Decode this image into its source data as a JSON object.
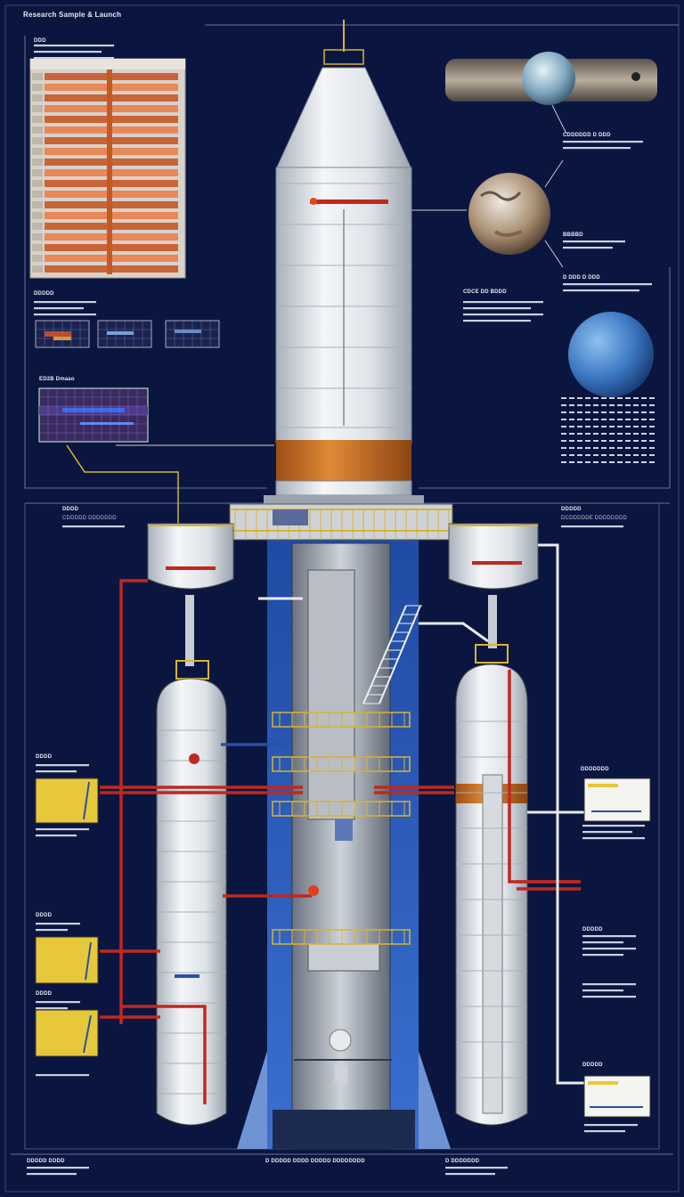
{
  "header": {
    "title": "Research Sample & Launch"
  },
  "labels": {
    "top_left_small": "DDD",
    "panel_a_head": "DDDDD",
    "panel_b_head": "ED2B Dmaao",
    "planet_1": "CDDDDDD D DDD",
    "planet_2": "BBBBD",
    "planet_3": "D DDD D DDD",
    "center_note": "CDCE DD BDDD",
    "left_section": "DDDD",
    "left_section_sub": "CDDDDD DDDDDDD",
    "right_section": "DDDDD",
    "right_section_sub": "DCDDDDDE DDDDDDDD",
    "left_inset_1": "DDDD",
    "left_inset_2": "DDDD",
    "left_inset_3": "DDDD",
    "right_inset_1": "DDDDDDD",
    "right_inset_2": "DDDDD",
    "right_inset_3": "DDDDD",
    "footer_left": "DDDDD DDDD",
    "footer_center": "D DDDDD DDDD DDDDD DDDDDDDD",
    "footer_right": "D DDDDDDD"
  },
  "colors": {
    "background": "#0b1640",
    "rocket_body": "#e9ecef",
    "band": "#d07a2a",
    "pipe": "#c0281e",
    "rail": "#d7b431",
    "tower_blue": "#2a57b0",
    "planet_blue": "#4a86c8",
    "panel_yellow": "#e7c83a"
  },
  "icons": [
    "planet-icon",
    "moon-icon",
    "gauge-panel-icon",
    "ladder-icon"
  ]
}
